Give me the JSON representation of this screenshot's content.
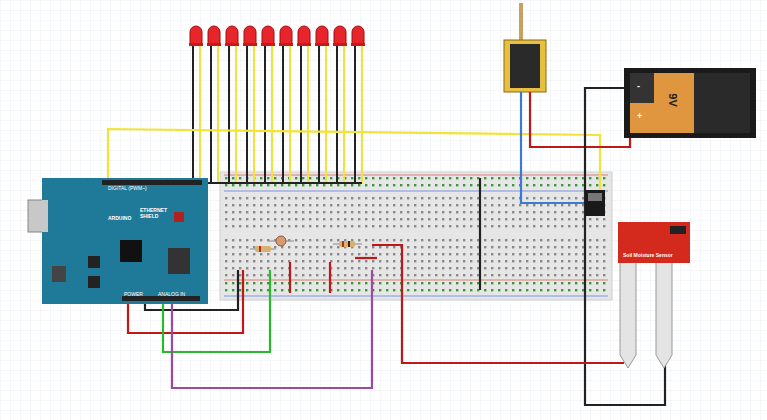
{
  "diagram": {
    "nodes": [
      {
        "text": [
          "ETHERNET SHIELD",
          "ARDUINO"
        ]
      },
      {
        "text": [
          "-",
          "+",
          "9V"
        ]
      },
      {
        "text": [
          "Soil Moisture Sensor"
        ]
      }
    ],
    "labels": [
      "DIGITAL (PWM~)",
      "ANALOG IN",
      "POWER"
    ]
  }
}
